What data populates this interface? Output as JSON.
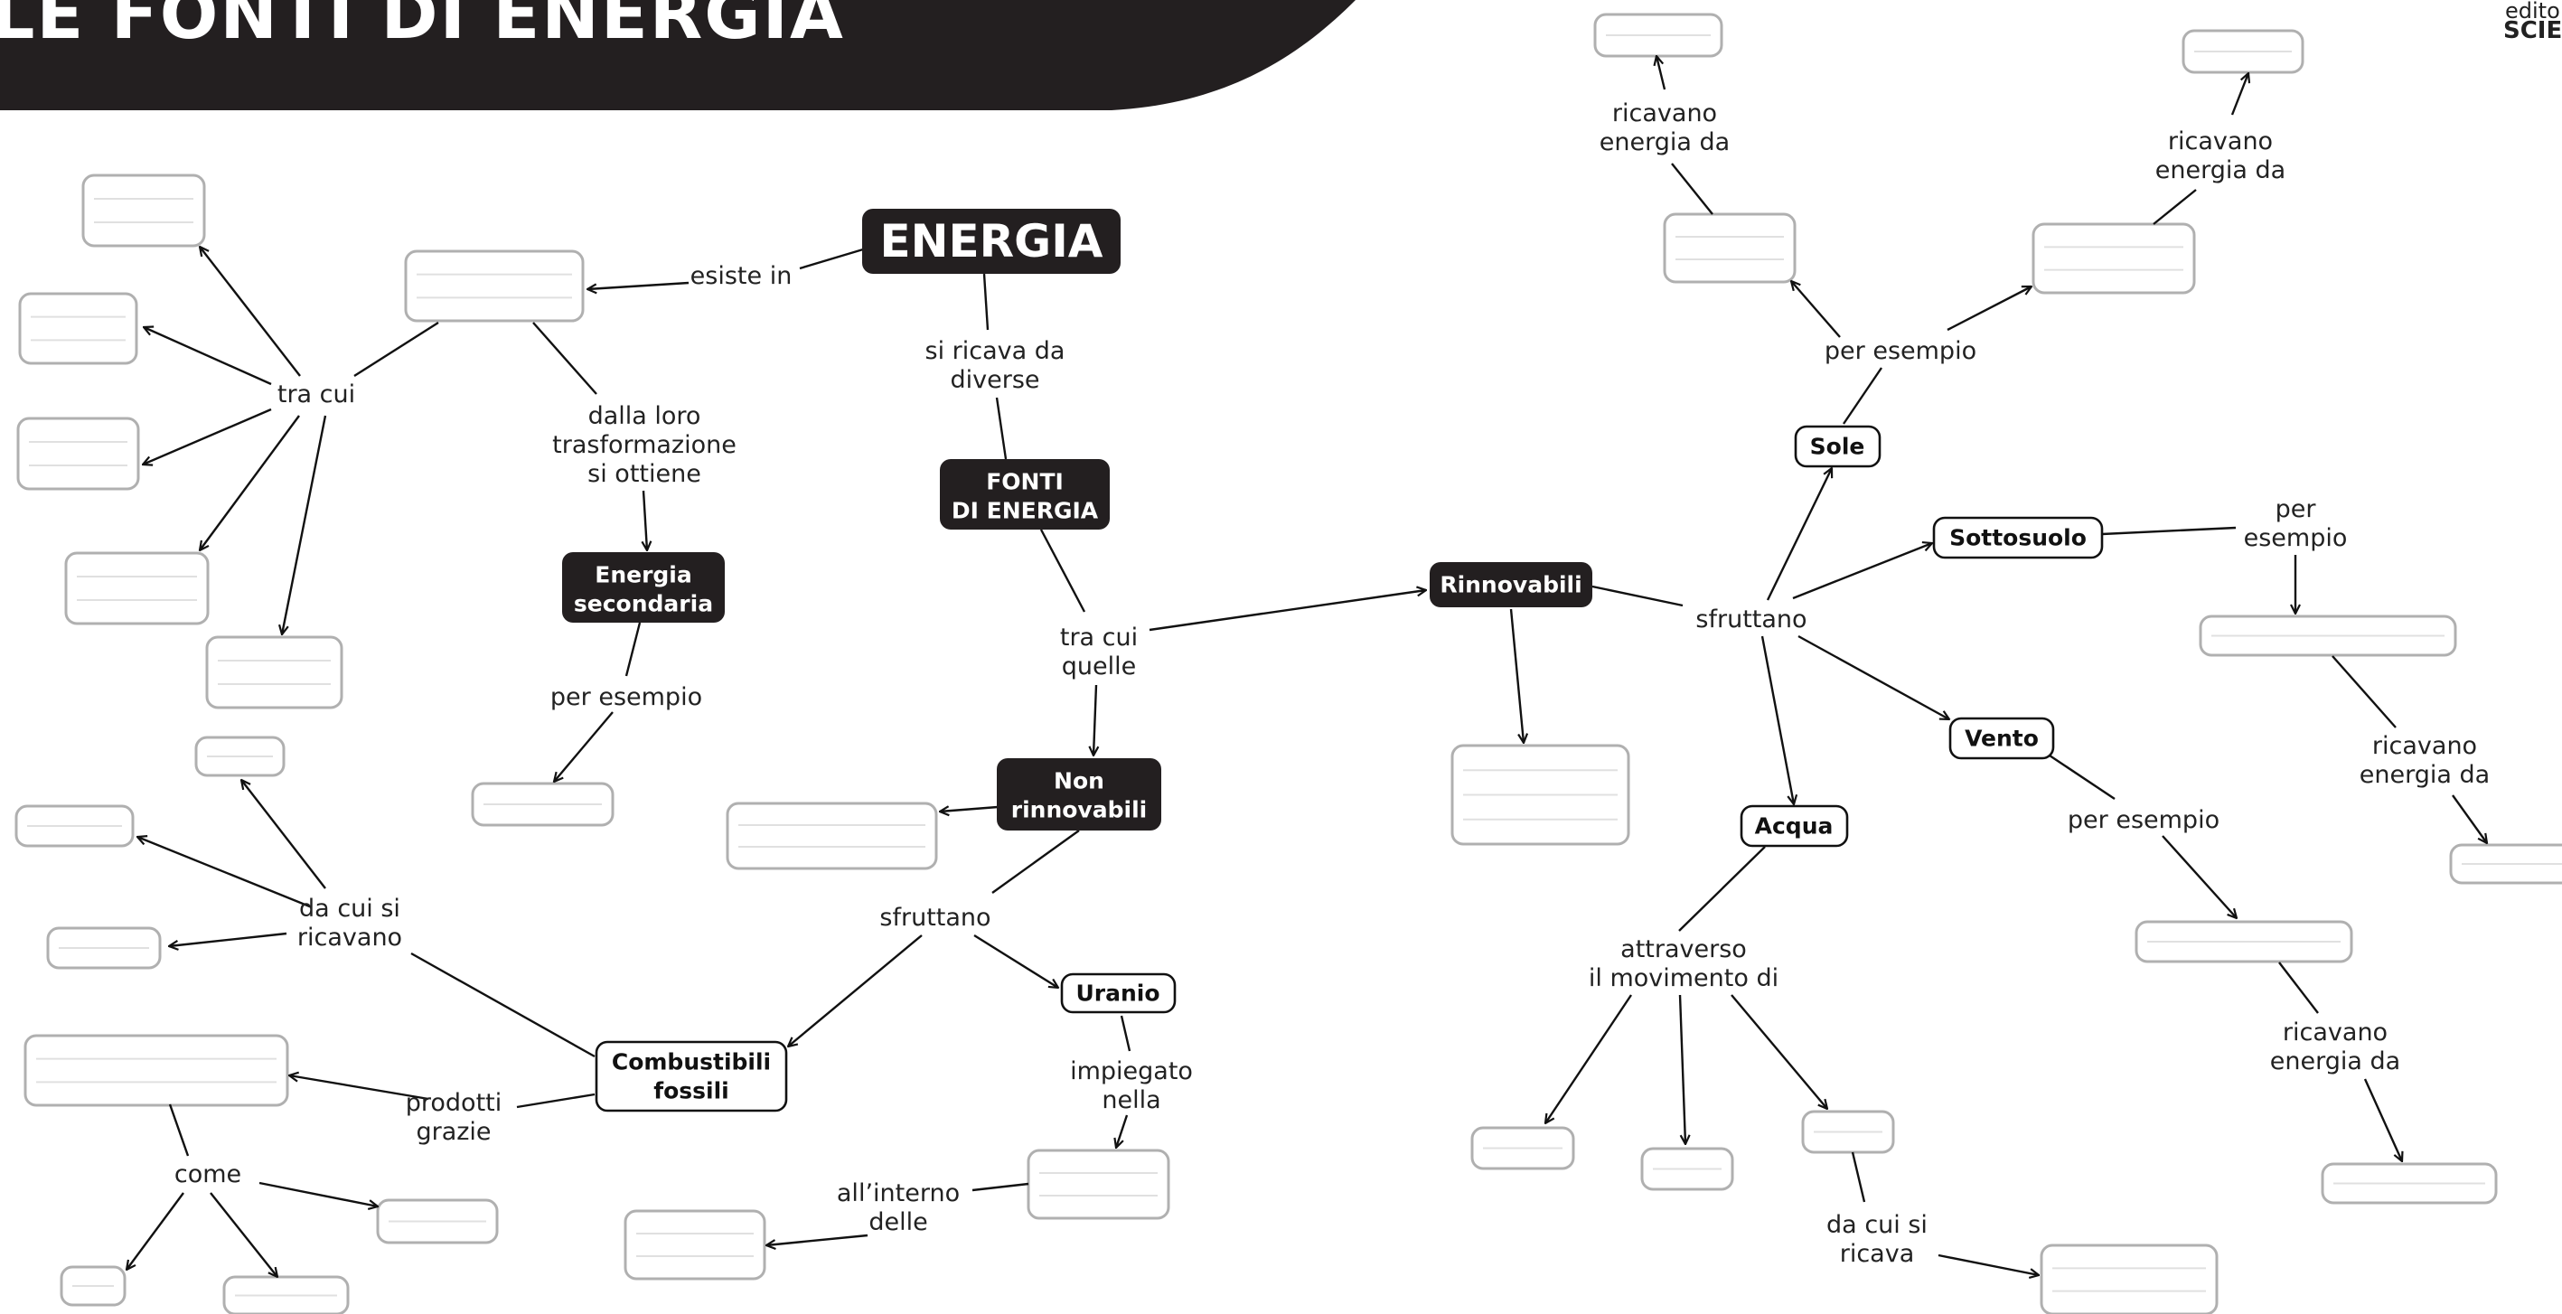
{
  "header": {
    "title": "LE FONTI DI ENERGIA",
    "brand_line1": "edito",
    "brand_line2": "SCIE"
  },
  "nodes": {
    "energia": "ENERGIA",
    "fonti": [
      "FONTI",
      "DI ENERGIA"
    ],
    "energia_secondaria": [
      "Energia",
      "secondaria"
    ],
    "non_rinnovabili": [
      "Non",
      "rinnovabili"
    ],
    "rinnovabili": "Rinnovabili",
    "combustibili_fossili": [
      "Combustibili",
      "fossili"
    ],
    "uranio": "Uranio",
    "sole": "Sole",
    "sottosuolo": "Sottosuolo",
    "vento": "Vento",
    "acqua": "Acqua"
  },
  "labels": {
    "esiste_in": "esiste in",
    "si_ricava_da_diverse": [
      "si ricava da",
      "diverse"
    ],
    "tra_cui_left": "tra cui",
    "dalla_loro": [
      "dalla loro",
      "trasformazione",
      "si ottiene"
    ],
    "per_esempio_secondaria": "per esempio",
    "tra_cui_quelle": [
      "tra cui",
      "quelle"
    ],
    "sfruttano_non_rinnovabili": "sfruttano",
    "da_cui_si_ricavano": [
      "da cui si",
      "ricavano"
    ],
    "prodotti_grazie": [
      "prodotti",
      "grazie"
    ],
    "come": "come",
    "impiegato_nella": [
      "impiegato",
      "nella"
    ],
    "all_interno_delle": [
      "all’interno",
      "delle"
    ],
    "sfruttano_rinnovabili": "sfruttano",
    "per_esempio_sole": "per esempio",
    "ricavano_energia_da_1": [
      "ricavano",
      "energia da"
    ],
    "ricavano_energia_da_2": [
      "ricavano",
      "energia da"
    ],
    "per_esempio_sottosuolo": [
      "per",
      "esempio"
    ],
    "ricavano_energia_da_3": [
      "ricavano",
      "energia da"
    ],
    "per_esempio_vento": "per esempio",
    "ricavano_energia_da_4": [
      "ricavano",
      "energia da"
    ],
    "attraverso_il_movimento_di": [
      "attraverso",
      "il movimento di"
    ],
    "da_cui_si_ricava": [
      "da cui si",
      "ricava"
    ]
  },
  "colors": {
    "dark_fill": "#231f20",
    "blank_border": "#b0b0b0",
    "line": "#111111"
  }
}
